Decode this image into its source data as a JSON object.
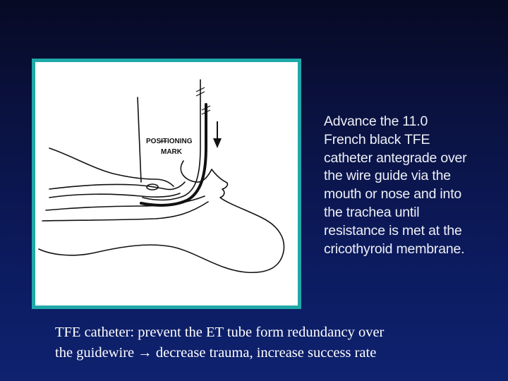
{
  "figure": {
    "label_positioning": "POSITIONING",
    "label_mark": "MARK"
  },
  "side_text": {
    "lines": [
      "Advance the 11.0",
      "French black TFE",
      "catheter antegrade over",
      "the wire guide via the",
      "mouth or nose and into",
      "the trachea until",
      "resistance is met at the",
      "cricothyroid membrane."
    ]
  },
  "caption": {
    "line1": "TFE catheter: prevent the ET tube form redundancy over",
    "line2_part1": "the guidewire",
    "arrow": "→",
    "line2_part2": "decrease trauma, increase success rate"
  }
}
